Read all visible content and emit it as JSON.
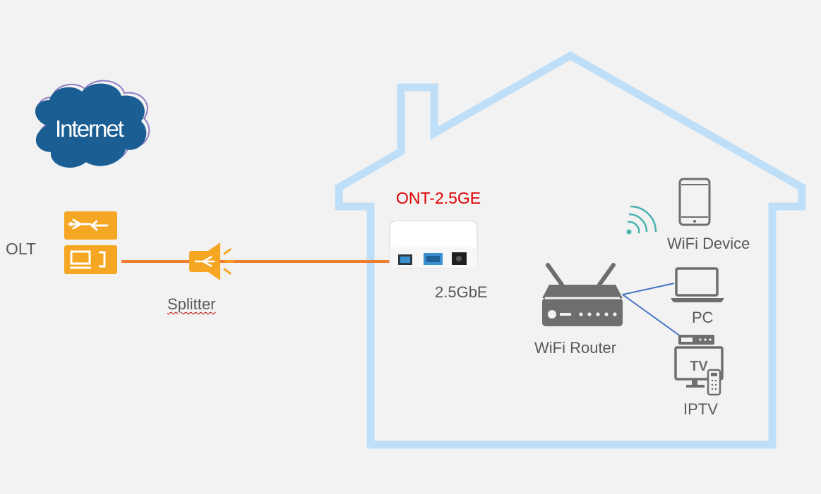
{
  "diagram": {
    "internet_label": "Internet",
    "olt_label": "OLT",
    "splitter_label": "Splitter",
    "ont_label": "ONT-2.5GE",
    "port_label": "2.5GbE",
    "wifi_device_label": "WiFi Device",
    "router_label": "WiFi Router",
    "pc_label": "PC",
    "iptv_label": "IPTV",
    "tv_text": "TV"
  },
  "colors": {
    "house_outline": "#bfdff8",
    "fiber_line": "#ed7d31",
    "ont_label": "#e00000",
    "cloud": "#1a5e94",
    "olt_splitter": "#f5a623",
    "device_gray": "#6e6e6e",
    "lan_cable": "#4472c4",
    "wifi_signal": "#4ab3ad"
  }
}
